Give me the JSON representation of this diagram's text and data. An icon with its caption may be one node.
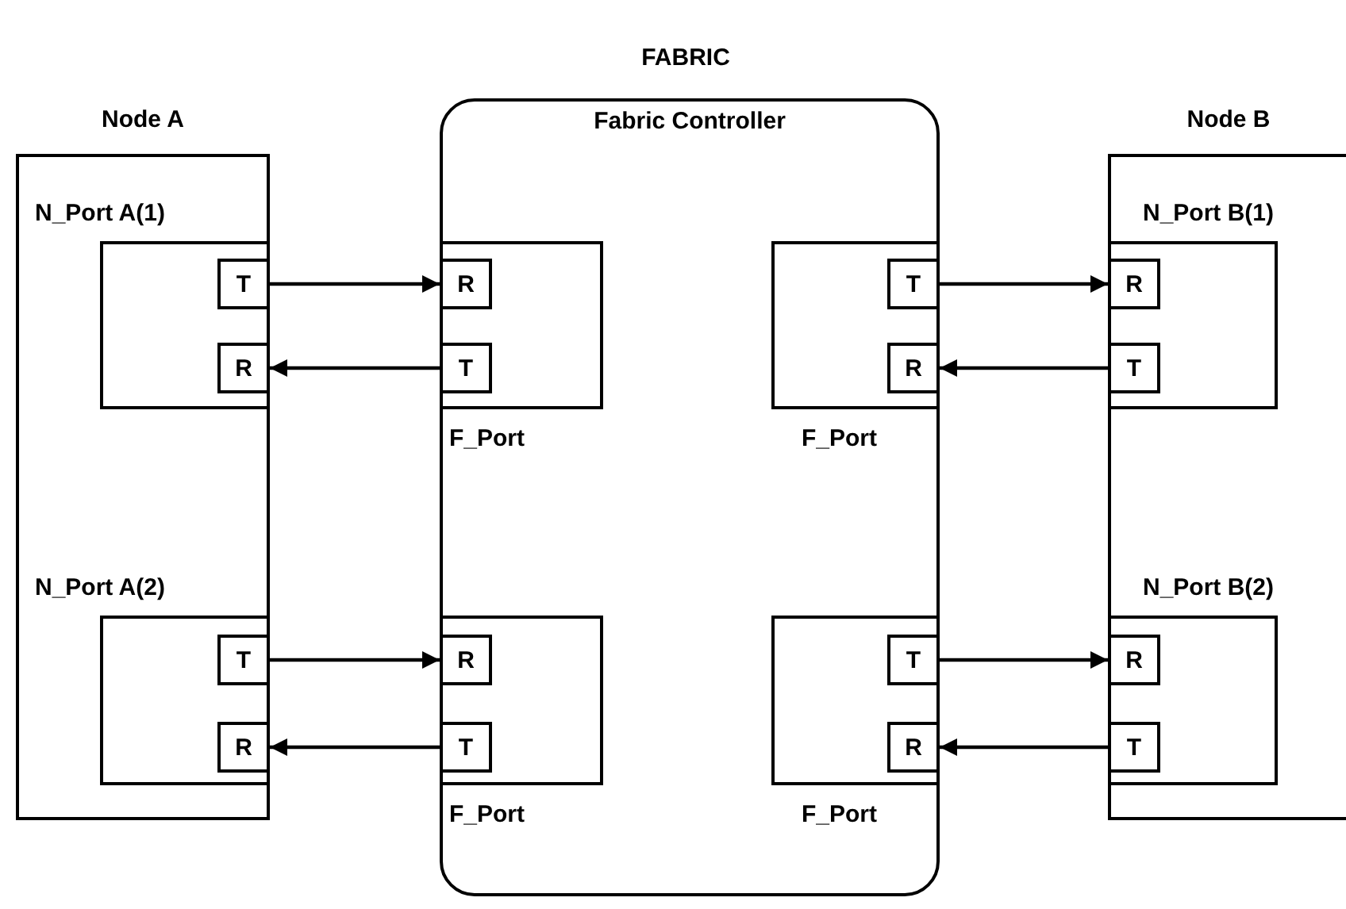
{
  "diagram": {
    "title": "FABRIC",
    "nodes": [
      {
        "text": [
          "Node A"
        ]
      },
      {
        "text": [
          "N_Port A(1)"
        ],
        "in": 0
      },
      {
        "text": [
          "T"
        ],
        "in": 1
      },
      {
        "text": [
          "R"
        ],
        "in": 1
      },
      {
        "text": [
          "N_Port A(2)"
        ],
        "in": 0
      },
      {
        "text": [
          "T"
        ],
        "in": 4
      },
      {
        "text": [
          "R"
        ],
        "in": 4
      },
      {
        "text": [
          "Fabric Controller"
        ]
      },
      {
        "text": [
          "F_Port"
        ],
        "in": 7
      },
      {
        "text": [
          "R"
        ],
        "in": 8
      },
      {
        "text": [
          "T"
        ],
        "in": 8
      },
      {
        "text": [
          "F_Port"
        ],
        "in": 7
      },
      {
        "text": [
          "R"
        ],
        "in": 11
      },
      {
        "text": [
          "T"
        ],
        "in": 11
      },
      {
        "text": [
          "F_Port"
        ],
        "in": 7
      },
      {
        "text": [
          "T"
        ],
        "in": 14
      },
      {
        "text": [
          "R"
        ],
        "in": 14
      },
      {
        "text": [
          "F_Port"
        ],
        "in": 7
      },
      {
        "text": [
          "T"
        ],
        "in": 17
      },
      {
        "text": [
          "R"
        ],
        "in": 17
      },
      {
        "text": [
          "Node B"
        ]
      },
      {
        "text": [
          "N_Port B(1)"
        ],
        "in": 20
      },
      {
        "text": [
          "R"
        ],
        "in": 21
      },
      {
        "text": [
          "T"
        ],
        "in": 21
      },
      {
        "text": [
          "N_Port B(2)"
        ],
        "in": 20
      },
      {
        "text": [
          "R"
        ],
        "in": 24
      },
      {
        "text": [
          "T"
        ],
        "in": 24
      }
    ],
    "edges": [
      {
        "from": 2,
        "to": 9,
        "arrow": "to"
      },
      {
        "from": 10,
        "to": 3,
        "arrow": "to"
      },
      {
        "from": 15,
        "to": 22,
        "arrow": "to"
      },
      {
        "from": 23,
        "to": 16,
        "arrow": "to"
      },
      {
        "from": 5,
        "to": 12,
        "arrow": "to"
      },
      {
        "from": 13,
        "to": 6,
        "arrow": "to"
      },
      {
        "from": 18,
        "to": 25,
        "arrow": "to"
      },
      {
        "from": 26,
        "to": 19,
        "arrow": "to"
      }
    ]
  }
}
